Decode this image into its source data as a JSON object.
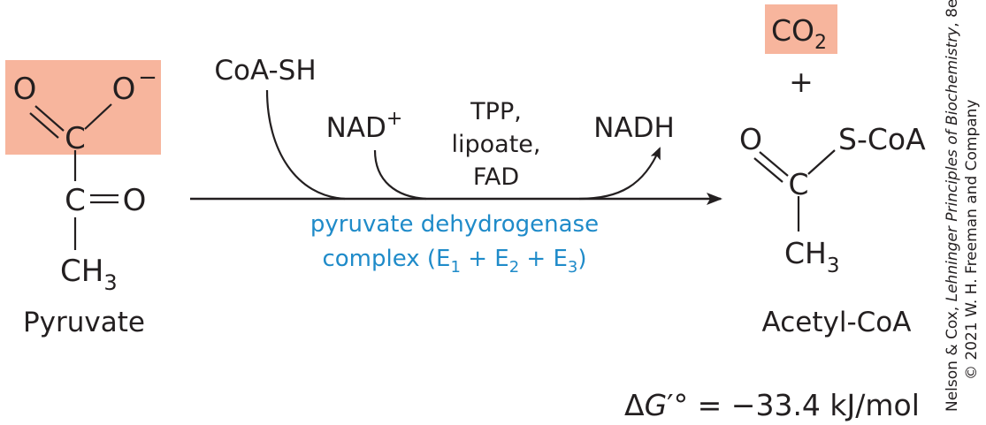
{
  "colors": {
    "highlight": "#f7b59d",
    "enzyme_text": "#1f8bc9",
    "ink": "#231f20"
  },
  "pyruvate": {
    "atom_O_left": "O",
    "atom_O_minus": "O",
    "charge_minus": "−",
    "atom_C_carboxyl": "C",
    "atom_C_keto": "C",
    "atom_O_keto": "O",
    "ch": "CH",
    "sub3": "3",
    "name": "Pyruvate"
  },
  "reaction": {
    "coash": "CoA-SH",
    "nad": "NAD",
    "nad_plus": "+",
    "cofactor_1": "TPP,",
    "cofactor_2": "lipoate,",
    "cofactor_3": "FAD",
    "nadh": "NADH",
    "enzyme_line1": "pyruvate dehydrogenase",
    "enzyme_line2_a": "complex (E",
    "enzyme_sub1": "1",
    "enzyme_plus_a": " + E",
    "enzyme_sub2": "2",
    "enzyme_plus_b": " + E",
    "enzyme_sub3": "3",
    "enzyme_close": ")"
  },
  "products": {
    "co2": "CO",
    "co2_sub": "2",
    "plus": "+",
    "atom_O": "O",
    "scoa": "S-CoA",
    "atom_C": "C",
    "ch": "CH",
    "sub3": "3",
    "name": "Acetyl-CoA"
  },
  "energy": {
    "delta": "Δ",
    "g": "G",
    "prime_deg": "′°",
    "equals": " = ",
    "value": "−33.4 kJ/mol"
  },
  "credit": {
    "line1_a": "Nelson & Cox, ",
    "line1_b": "Lehninger Principles of Biochemistry",
    "line1_c": ", 8e,",
    "line2": "© 2021 W. H. Freeman and Company"
  }
}
